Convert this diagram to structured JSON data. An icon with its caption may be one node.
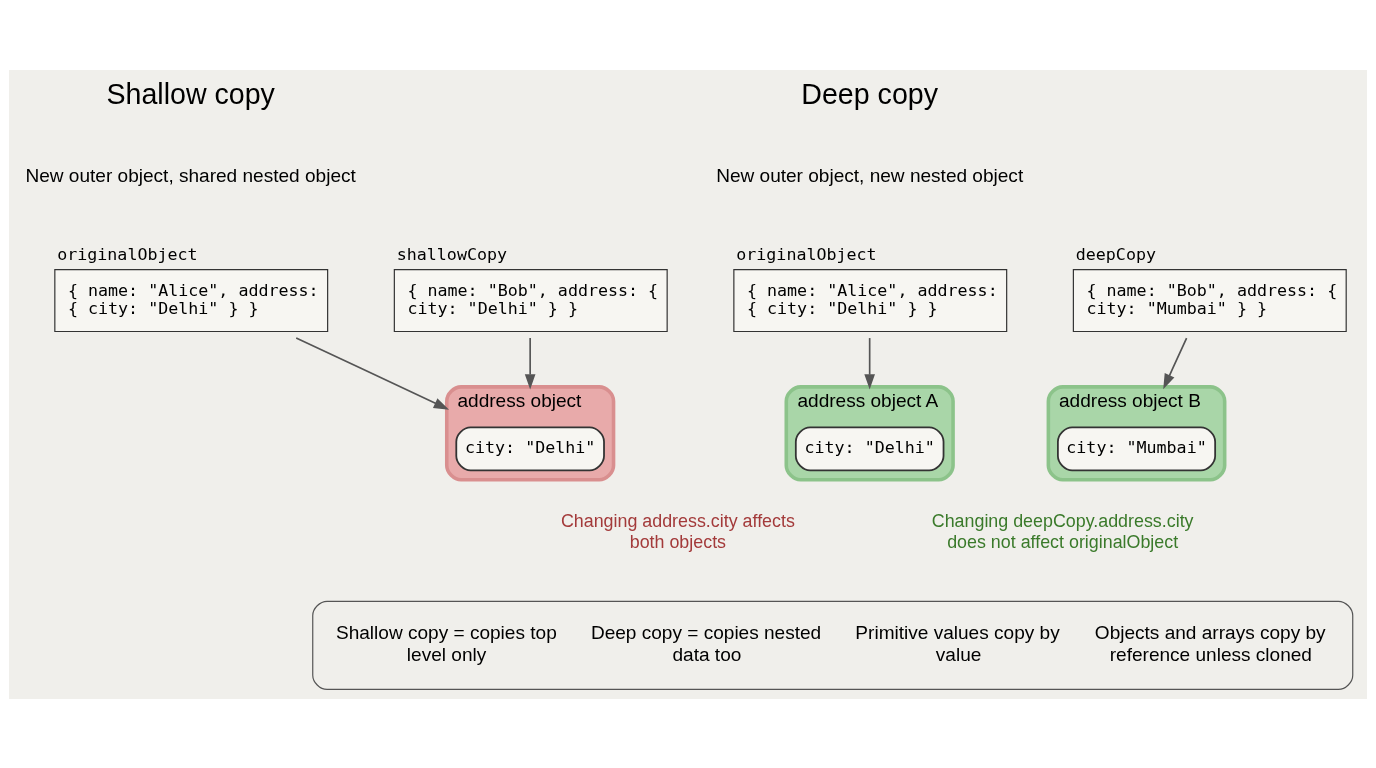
{
  "diagram": {
    "nodes": [
      {
        "text": [
          "originalObject",
          "{ name: \"Alice\", address: { city: \"Delhi\" } }"
        ]
      },
      {
        "text": [
          "address object"
        ],
        "beside": [
          "Changing address.city affects both objects"
        ]
      },
      {
        "text": [
          "city: \"Delhi\""
        ],
        "in": 1
      },
      {
        "text": [
          "shallowCopy",
          "{ name: \"Bob\", address: { city: \"Delhi\" } }"
        ]
      },
      {
        "text": [
          "originalObject",
          "{ name: \"Alice\", address: { city: \"Delhi\" } }"
        ]
      },
      {
        "text": [
          "address object A"
        ]
      },
      {
        "text": [
          "city: \"Delhi\""
        ],
        "in": 5
      },
      {
        "text": [
          "deepCopy",
          "{ name: \"Bob\", address: { city: \"Mumbai\" } }"
        ]
      },
      {
        "text": [
          "address object B"
        ],
        "beside": [
          "Changing deepCopy.address.city does not affect originalObject"
        ]
      },
      {
        "text": [
          "city: \"Mumbai\""
        ],
        "in": 8
      },
      {
        "text": [
          "Shallow copy = copies top level only",
          "Deep copy = copies nested data too",
          "Primitive values copy by value",
          "Objects and arrays copy by reference unless cloned"
        ]
      }
    ],
    "edges": [
      {
        "from": 0,
        "to": 1,
        "arrow": "to"
      },
      {
        "from": 3,
        "to": 1,
        "arrow": "to"
      },
      {
        "from": 4,
        "to": 5,
        "arrow": "to"
      },
      {
        "from": 7,
        "to": 8,
        "arrow": "to"
      }
    ],
    "labels": [
      "Shallow copy",
      "New outer object, shared nested object",
      "Deep copy",
      "New outer object, new nested object"
    ]
  }
}
